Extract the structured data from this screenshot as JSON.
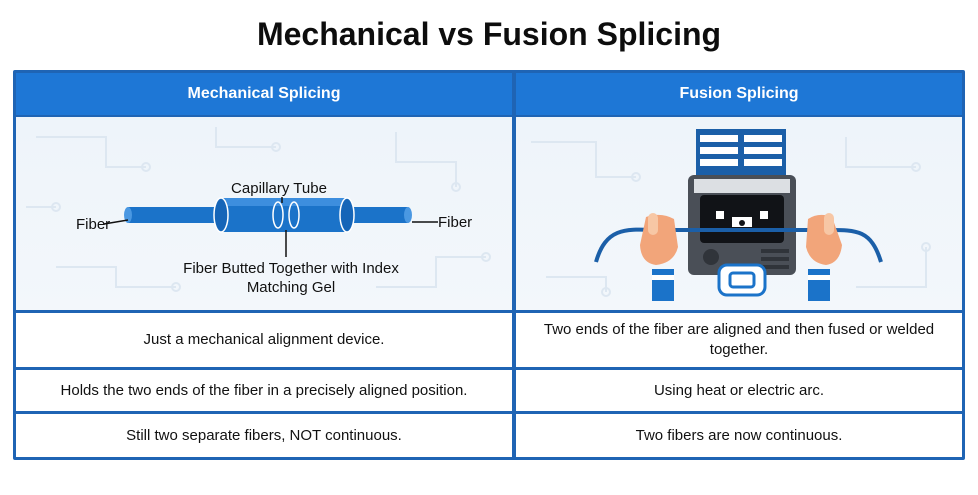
{
  "title": "Mechanical vs Fusion Splicing",
  "columns": [
    {
      "header": "Mechanical Splicing",
      "diagram_labels": {
        "fiber_left": "Fiber",
        "fiber_right": "Fiber",
        "capillary": "Capillary Tube",
        "butted_line1": "Fiber Butted Together with Index",
        "butted_line2": "Matching Gel"
      },
      "rows": [
        "Just a mechanical alignment device.",
        "Holds the two ends of the fiber in a precisely aligned position.",
        "Still two separate fibers, NOT continuous."
      ]
    },
    {
      "header": "Fusion Splicing",
      "rows": [
        "Two ends of the fiber are aligned and then fused or welded together.",
        "Using heat or electric arc.",
        "Two fibers are now continuous."
      ]
    }
  ],
  "colors": {
    "header_blue": "#1e77d6",
    "border_blue": "#1f64b4",
    "fiber_blue": "#1b73c9"
  },
  "icons": [
    "fusion-splicer-machine-icon",
    "hand-icon"
  ]
}
